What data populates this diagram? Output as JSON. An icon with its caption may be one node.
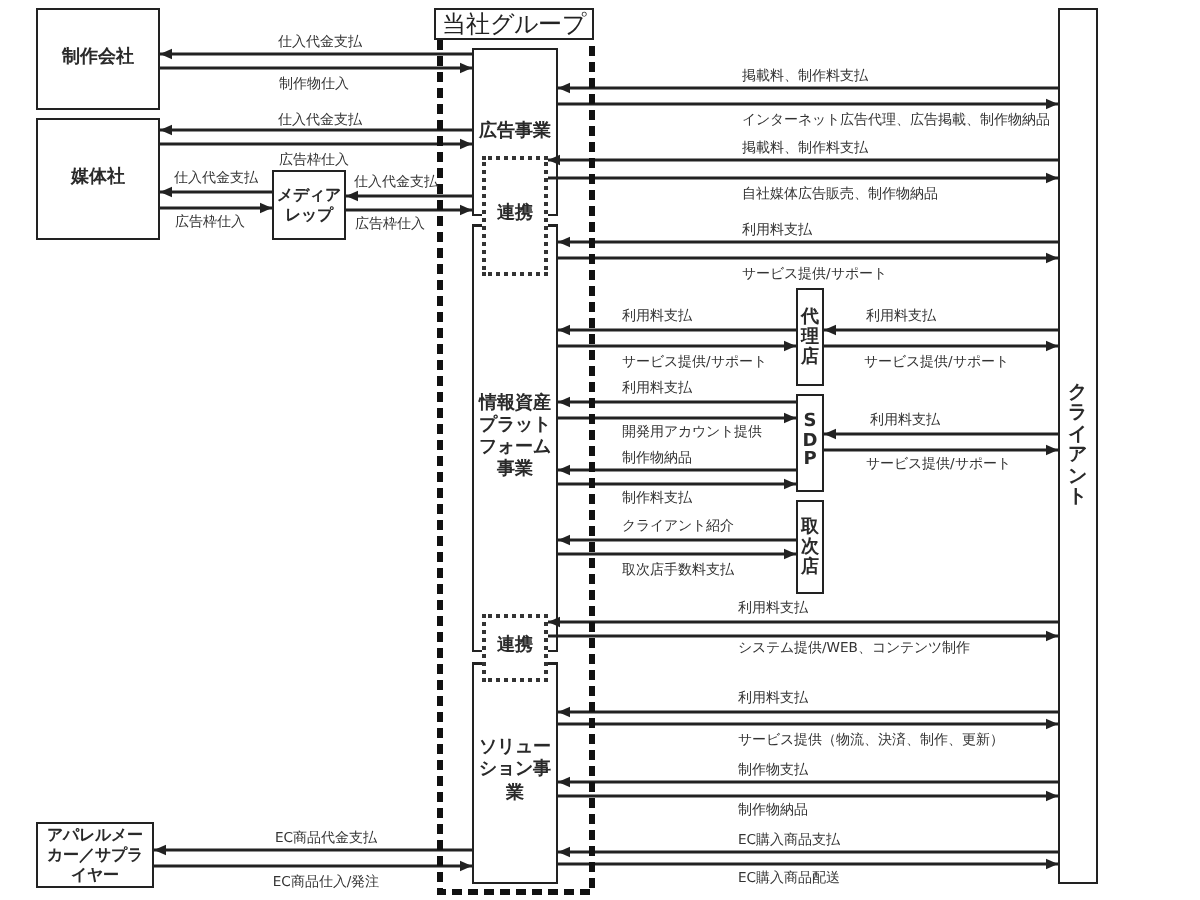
{
  "diagram": {
    "nodes": [
      {
        "text": [
          "当社グループ"
        ]
      },
      {
        "text": [
          "制作会社"
        ]
      },
      {
        "text": [
          "媒体社"
        ]
      },
      {
        "text": [
          "メディアレップ"
        ]
      },
      {
        "text": [
          "広告事業"
        ],
        "in": 0
      },
      {
        "text": [
          "連携"
        ],
        "in": 0
      },
      {
        "text": [
          "情報資産プラットフォーム事業"
        ],
        "in": 0
      },
      {
        "text": [
          "代理店"
        ]
      },
      {
        "text": [
          "SDP"
        ]
      },
      {
        "text": [
          "取次店"
        ]
      },
      {
        "text": [
          "連携"
        ],
        "in": 0
      },
      {
        "text": [
          "ソリューション事業"
        ],
        "in": 0
      },
      {
        "text": [
          "アパレルメーカー／サプライヤー"
        ]
      },
      {
        "text": [
          "クライアント"
        ]
      }
    ],
    "edges": [
      {
        "from": 4,
        "to": 1,
        "arrow": "to",
        "label": "仕入代金支払"
      },
      {
        "from": 1,
        "to": 4,
        "arrow": "to",
        "label": "制作物仕入"
      },
      {
        "from": 4,
        "to": 2,
        "arrow": "to",
        "label": "仕入代金支払"
      },
      {
        "from": 2,
        "to": 4,
        "arrow": "to",
        "label": "広告枠仕入"
      },
      {
        "from": 3,
        "to": 2,
        "arrow": "to",
        "label": "仕入代金支払"
      },
      {
        "from": 2,
        "to": 3,
        "arrow": "to",
        "label": "広告枠仕入"
      },
      {
        "from": 4,
        "to": 3,
        "arrow": "to",
        "label": "仕入代金支払"
      },
      {
        "from": 3,
        "to": 4,
        "arrow": "to",
        "label": "広告枠仕入"
      },
      {
        "from": 13,
        "to": 4,
        "arrow": "to",
        "label": "掲載料、制作料支払"
      },
      {
        "from": 4,
        "to": 13,
        "arrow": "to",
        "label": "インターネット広告代理、広告掲載、制作物納品"
      },
      {
        "from": 13,
        "to": 5,
        "arrow": "to",
        "label": "掲載料、制作料支払"
      },
      {
        "from": 5,
        "to": 13,
        "arrow": "to",
        "label": "自社媒体広告販売、制作物納品"
      },
      {
        "from": 13,
        "to": 6,
        "arrow": "to",
        "label": "利用料支払"
      },
      {
        "from": 6,
        "to": 13,
        "arrow": "to",
        "label": "サービス提供/サポート"
      },
      {
        "from": 7,
        "to": 6,
        "arrow": "to",
        "label": "利用料支払"
      },
      {
        "from": 6,
        "to": 7,
        "arrow": "to",
        "label": "サービス提供/サポート"
      },
      {
        "from": 13,
        "to": 7,
        "arrow": "to",
        "label": "利用料支払"
      },
      {
        "from": 7,
        "to": 13,
        "arrow": "to",
        "label": "サービス提供/サポート"
      },
      {
        "from": 8,
        "to": 6,
        "arrow": "to",
        "label": "利用料支払"
      },
      {
        "from": 6,
        "to": 8,
        "arrow": "to",
        "label": "開発用アカウント提供"
      },
      {
        "from": 8,
        "to": 6,
        "arrow": "to",
        "label": "制作物納品"
      },
      {
        "from": 6,
        "to": 8,
        "arrow": "to",
        "label": "制作料支払"
      },
      {
        "from": 13,
        "to": 8,
        "arrow": "to",
        "label": "利用料支払"
      },
      {
        "from": 8,
        "to": 13,
        "arrow": "to",
        "label": "サービス提供/サポート"
      },
      {
        "from": 9,
        "to": 6,
        "arrow": "to",
        "label": "クライアント紹介"
      },
      {
        "from": 6,
        "to": 9,
        "arrow": "to",
        "label": "取次店手数料支払"
      },
      {
        "from": 13,
        "to": 10,
        "arrow": "to",
        "label": "利用料支払"
      },
      {
        "from": 10,
        "to": 13,
        "arrow": "to",
        "label": "システム提供/WEB、コンテンツ制作"
      },
      {
        "from": 13,
        "to": 11,
        "arrow": "to",
        "label": "利用料支払"
      },
      {
        "from": 11,
        "to": 13,
        "arrow": "to",
        "label": "サービス提供（物流、決済、制作、更新）"
      },
      {
        "from": 13,
        "to": 11,
        "arrow": "to",
        "label": "制作物支払"
      },
      {
        "from": 11,
        "to": 13,
        "arrow": "to",
        "label": "制作物納品"
      },
      {
        "from": 13,
        "to": 11,
        "arrow": "to",
        "label": "EC購入商品支払"
      },
      {
        "from": 11,
        "to": 13,
        "arrow": "to",
        "label": "EC購入商品配送"
      },
      {
        "from": 11,
        "to": 12,
        "arrow": "to",
        "label": "EC商品代金支払"
      },
      {
        "from": 12,
        "to": 11,
        "arrow": "to",
        "label": "EC商品仕入/発注"
      }
    ]
  }
}
